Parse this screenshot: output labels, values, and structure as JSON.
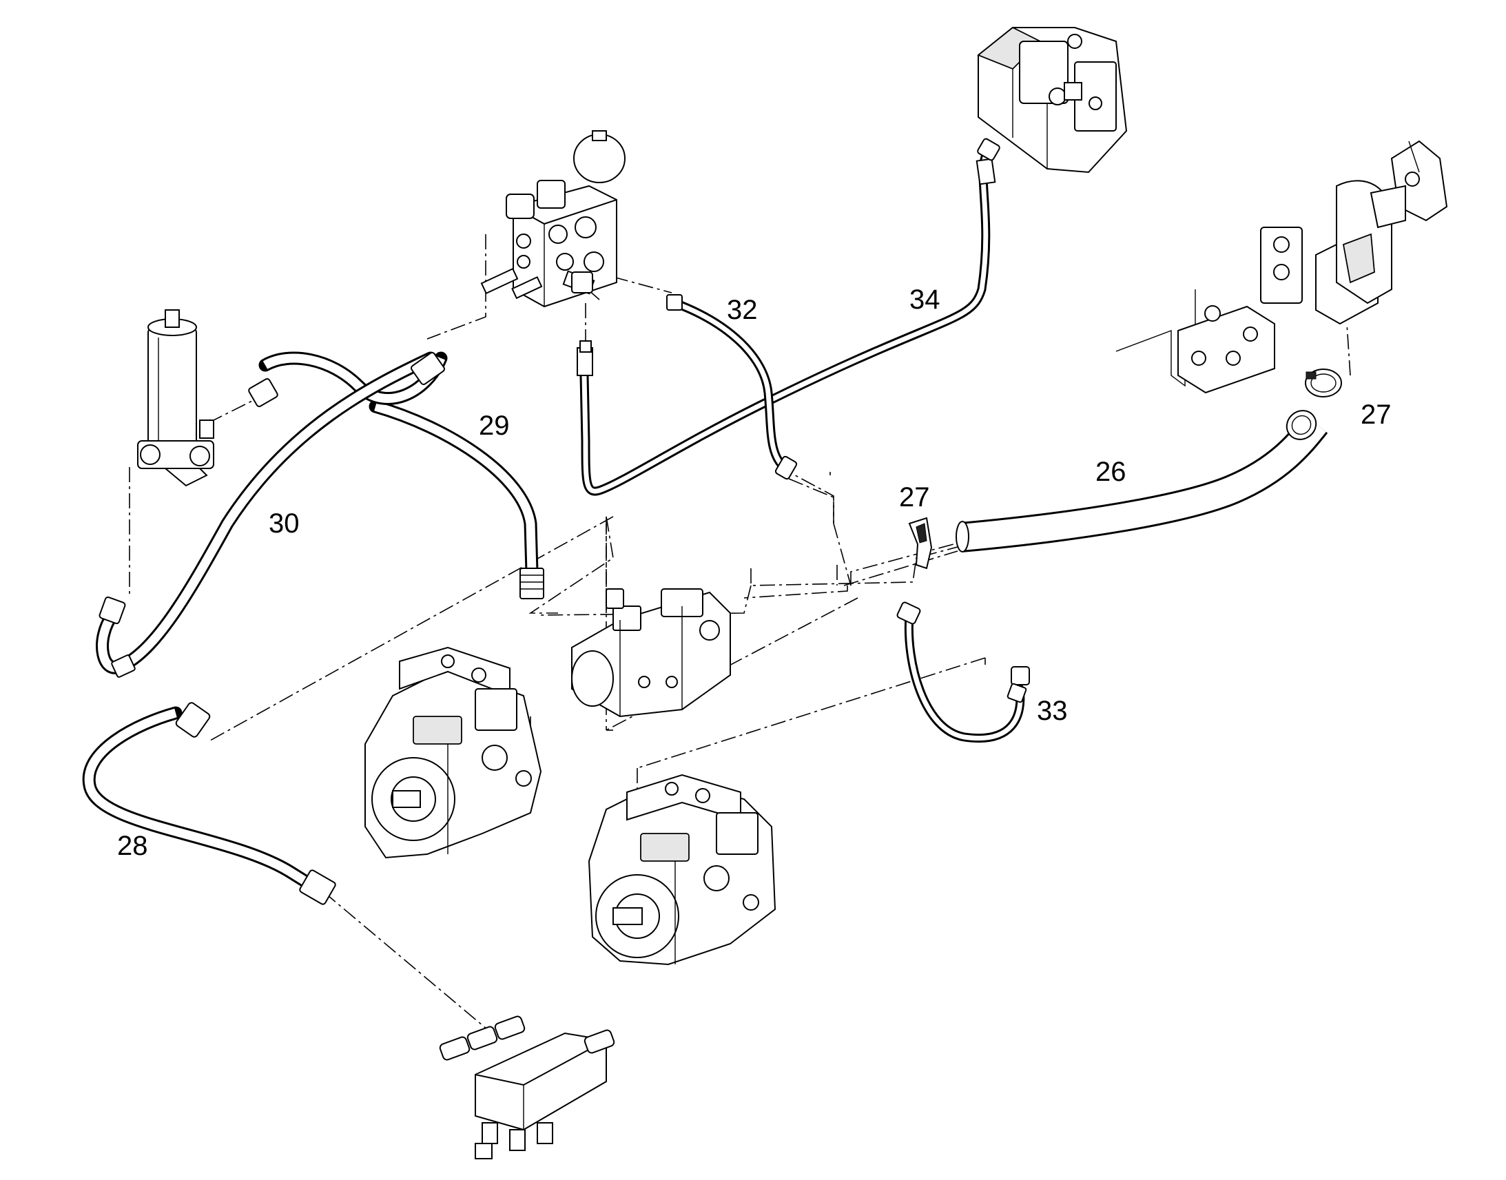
{
  "callouts": {
    "c26": "26",
    "c27_top": "27",
    "c27_mid": "27",
    "c28": "28",
    "c29": "29",
    "c30": "30",
    "c32": "32",
    "c33": "33",
    "c34": "34"
  }
}
